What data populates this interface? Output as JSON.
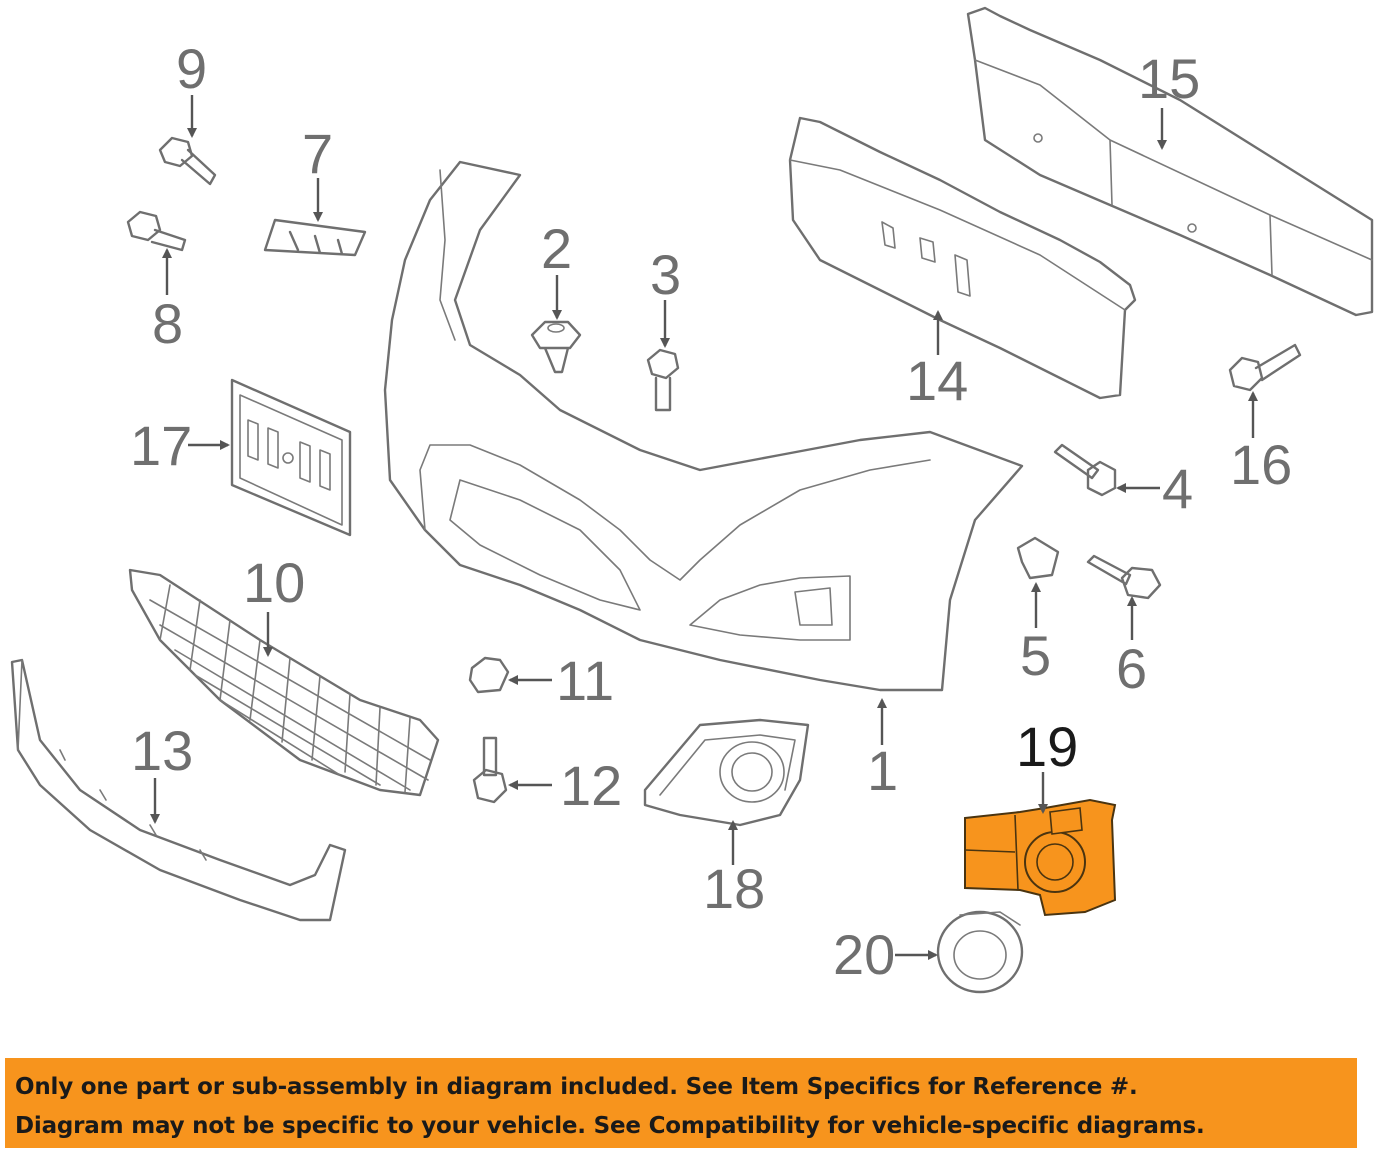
{
  "diagram": {
    "callouts": [
      "1",
      "2",
      "3",
      "4",
      "5",
      "6",
      "7",
      "8",
      "9",
      "10",
      "11",
      "12",
      "13",
      "14",
      "15",
      "16",
      "17",
      "18",
      "19",
      "20"
    ],
    "highlighted_part": "19",
    "highlight_color": "#f7941d"
  },
  "notice": {
    "line1": "Only one part or sub-assembly in diagram included. See Item Specifics for Reference #.",
    "line2": "Diagram may not be specific to your vehicle. See Compatibility for vehicle-specific diagrams.",
    "background_color": "#f7941d"
  }
}
